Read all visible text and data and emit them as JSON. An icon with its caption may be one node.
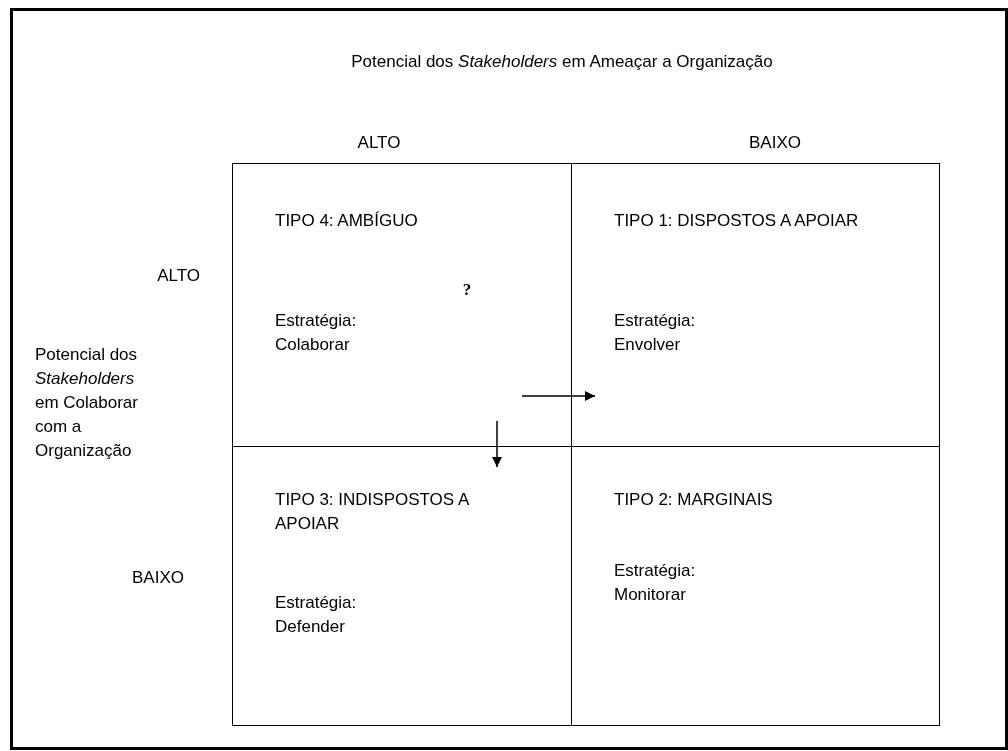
{
  "diagram": {
    "nodes": [
      {
        "text": [
          "TIPO 4: AMBÍGUO",
          "Estratégia: Colaborar"
        ]
      },
      {
        "text": [
          "TIPO 1: DISPOSTOS A APOIAR",
          "Estratégia: Envolver"
        ]
      },
      {
        "text": [
          "TIPO 3: INDISPOSTOS A APOIAR",
          "Estratégia: Defender"
        ]
      },
      {
        "text": [
          "TIPO 2: MARGINAIS",
          "Estratégia: Monitorar"
        ]
      }
    ],
    "edges": [
      {
        "from": 0,
        "to": 1,
        "arrow": "to"
      },
      {
        "from": 0,
        "to": 2,
        "arrow": "to"
      }
    ],
    "labels": [
      "Potencial dos *Stakeholders* em Ameaçar a Organização",
      "ALTO",
      "BAIXO",
      "ALTO",
      "?",
      "Potencial dos *Stakeholders* em Colaborar com a Organização",
      "BAIXO"
    ]
  }
}
